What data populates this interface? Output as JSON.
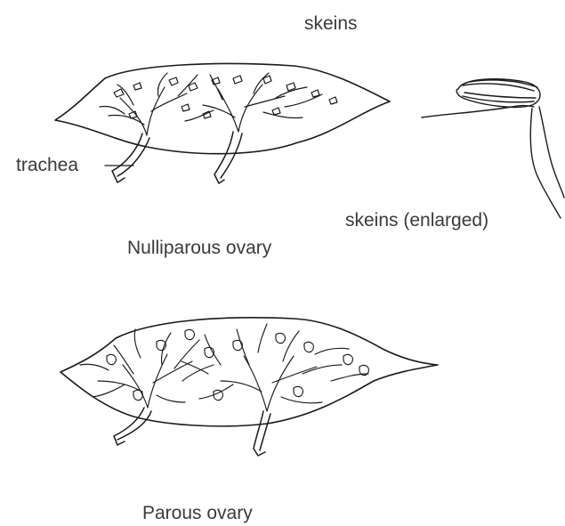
{
  "labels": {
    "skeins": "skeins",
    "trachea": "trachea",
    "skeins_enlarged": "skeins (enlarged)",
    "nulliparous": "Nulliparous ovary",
    "parous": "Parous ovary"
  },
  "colors": {
    "ink": "#1a1a1a",
    "text": "#3a3a3a",
    "background": "#ffffff"
  }
}
